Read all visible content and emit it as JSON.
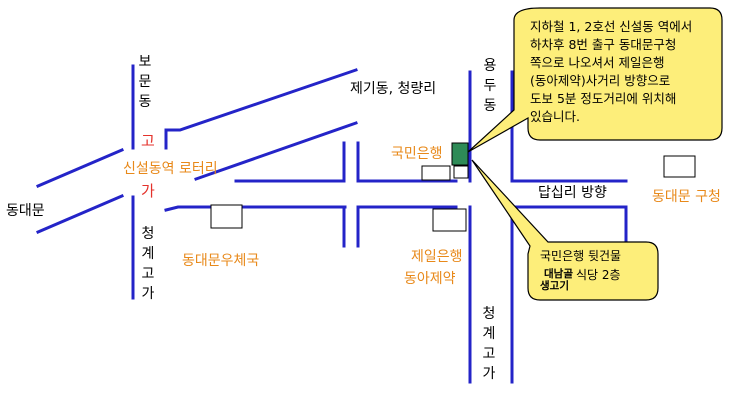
{
  "labels": {
    "bomundong": "보문동",
    "jegidong": "제기동, 청량리",
    "yongdudong": "용두동",
    "dongdaemun": "동대문",
    "goga_1": "고",
    "goga_2": "가",
    "rotary": "신설동역 로터리",
    "kookmin_bank": "국민은행",
    "dapsimni": "답십리 방향",
    "dongdaemun_gucheong": "동대문 구청",
    "cheonggye_left": "청계고가",
    "post_office": "동대문우체국",
    "jeil_bank": "제일은행",
    "dong_a_pharm": "동아제약",
    "cheonggye_right": "청계고가"
  },
  "callout_main": {
    "text": "지하철 1, 2호선 신설동 역에서\n하차후 8번 출구 동대문구청\n쪽으로 나오셔서 제일은행\n(동아제약)사거리 방향으로\n도보 5분 정도거리에 위치해\n있습니다."
  },
  "callout_small": {
    "line1": "국민은행 뒷건물",
    "restaurant_name_1": "대남골",
    "restaurant_name_2": "생고기",
    "restaurant_suffix": "식당 2층"
  },
  "colors": {
    "road": "#2424c8",
    "callout_fill": "#fdee7a",
    "target_building": "#2e8b57",
    "label_orange": "#e8891a",
    "label_red": "#e4322b"
  }
}
